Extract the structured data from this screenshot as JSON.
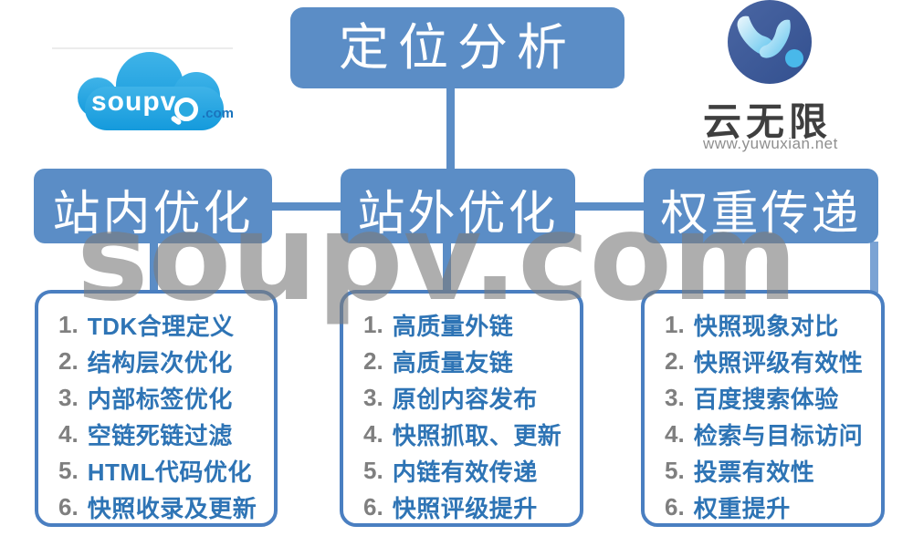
{
  "watermark": "soupv.com",
  "logo_left": {
    "word": "soupv",
    "suffix": ".com"
  },
  "logo_right": {
    "title": "云无限",
    "url": "www.yuwuxian.net"
  },
  "root": {
    "label": "定位分析"
  },
  "branches": [
    {
      "label": "站内优化",
      "items": [
        {
          "n": "1.",
          "t": "TDK合理定义"
        },
        {
          "n": "2.",
          "t": "结构层次优化"
        },
        {
          "n": "3.",
          "t": "内部标签优化"
        },
        {
          "n": "4.",
          "t": "空链死链过滤"
        },
        {
          "n": "5.",
          "t": "HTML代码优化"
        },
        {
          "n": "6.",
          "t": "快照收录及更新"
        }
      ]
    },
    {
      "label": "站外优化",
      "items": [
        {
          "n": "1.",
          "t": "高质量外链"
        },
        {
          "n": "2.",
          "t": "高质量友链"
        },
        {
          "n": "3.",
          "t": "原创内容发布"
        },
        {
          "n": "4.",
          "t": "快照抓取、更新"
        },
        {
          "n": "5.",
          "t": "内链有效传递"
        },
        {
          "n": "6.",
          "t": "快照评级提升"
        }
      ]
    },
    {
      "label": "权重传递",
      "items": [
        {
          "n": "1.",
          "t": "快照现象对比"
        },
        {
          "n": "2.",
          "t": "快照评级有效性"
        },
        {
          "n": "3.",
          "t": "百度搜索体验"
        },
        {
          "n": "4.",
          "t": "检索与目标访问"
        },
        {
          "n": "5.",
          "t": "投票有效性"
        },
        {
          "n": "6.",
          "t": "权重提升"
        }
      ]
    }
  ],
  "colors": {
    "node_blue": "#5b8dc6",
    "list_border_blue": "#4a7fc1",
    "list_text_blue": "#2e74b5",
    "number_gray": "#7f7f7f",
    "watermark_gray": "#7d7d7d",
    "cloud_blue": "#2aa9e0",
    "dotcom_blue": "#1a74bd",
    "logo_circle_blue": "#3c5796"
  }
}
